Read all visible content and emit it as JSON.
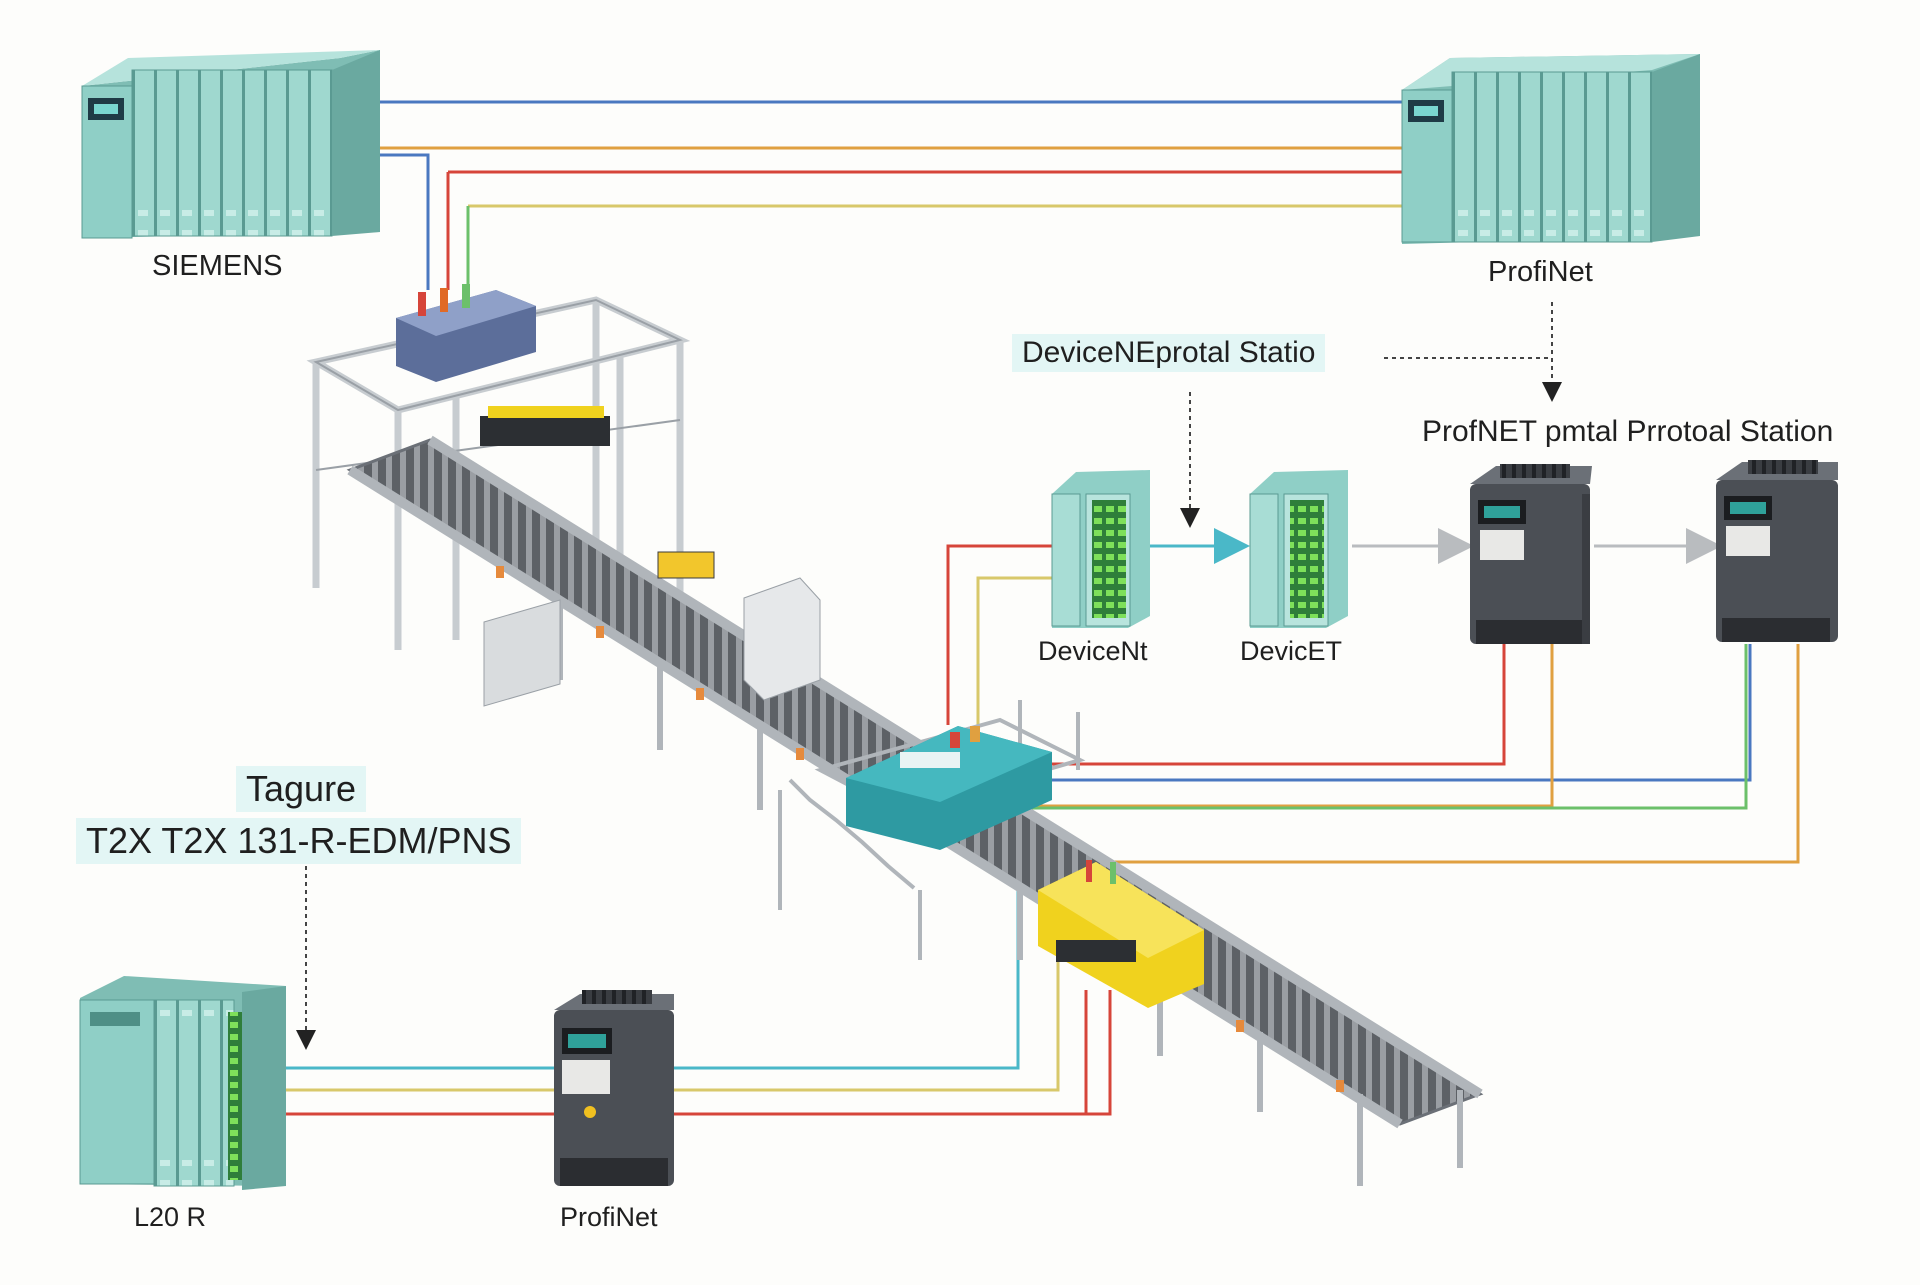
{
  "labels": {
    "siemens": "SIEMENS",
    "profinet_top": "ProfiNet",
    "devicenet_portal": "DeviceNEprotal Statio",
    "profinet_portal": "ProfNET pmtal Prrotoal Station",
    "devicenet": "DeviceNt",
    "devicet": "DevicET",
    "tagure": "Tagure",
    "model": "T2X T2X 131-R-EDM/PNS",
    "l20": "L20 R",
    "profinet_bottom": "ProfiNet"
  },
  "colors": {
    "background": "#fdfdfb",
    "cable_blue": "#4a78c0",
    "cable_orange": "#e0a040",
    "cable_red": "#d6453a",
    "cable_green": "#6cc06a",
    "cable_yellow": "#d8c86a",
    "cable_teal": "#4ab8c8",
    "plc_body": "#8fcfc6",
    "drive_body": "#4b4f55",
    "junction_teal": "#2e9aa2",
    "junction_yellow": "#f0d21e",
    "label_highlight": "#e3f6f5"
  },
  "icons": {
    "plc_siemens": "plc-rack-icon",
    "plc_profinet": "plc-rack-icon",
    "plc_l20": "plc-rack-icon",
    "drive": "frequency-drive-icon",
    "io_module": "io-module-icon",
    "conveyor": "roller-conveyor-icon",
    "junction_box": "junction-box-icon"
  }
}
